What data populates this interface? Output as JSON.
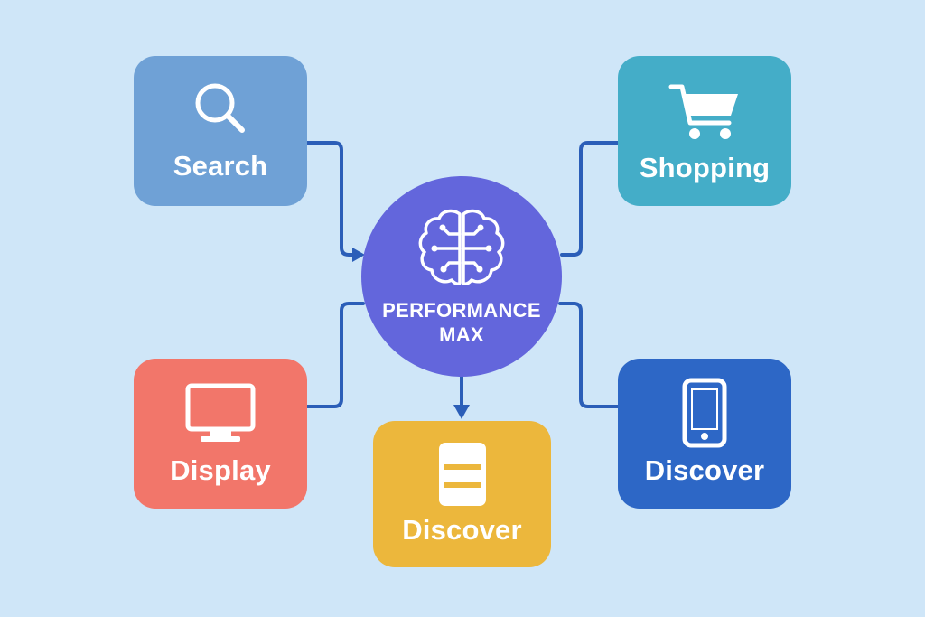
{
  "colors": {
    "background": "#cfe6f8",
    "connector": "#2b5eb8",
    "hub": "#6366dc",
    "search": "#6fa1d6",
    "shopping": "#44adc8",
    "display": "#f2766a",
    "discover_yellow": "#ecb73c",
    "discover_blue": "#2d67c6"
  },
  "hub": {
    "line1": "PERFORMANCE",
    "line2": "MAX",
    "icon": "brain-circuit-icon"
  },
  "channels": [
    {
      "id": "search",
      "label": "Search",
      "icon": "search-icon"
    },
    {
      "id": "shopping",
      "label": "Shopping",
      "icon": "shopping-cart-icon"
    },
    {
      "id": "display",
      "label": "Display",
      "icon": "monitor-icon"
    },
    {
      "id": "discover_yellow",
      "label": "Discover",
      "icon": "content-card-icon"
    },
    {
      "id": "discover_blue",
      "label": "Discover",
      "icon": "smartphone-icon"
    }
  ]
}
